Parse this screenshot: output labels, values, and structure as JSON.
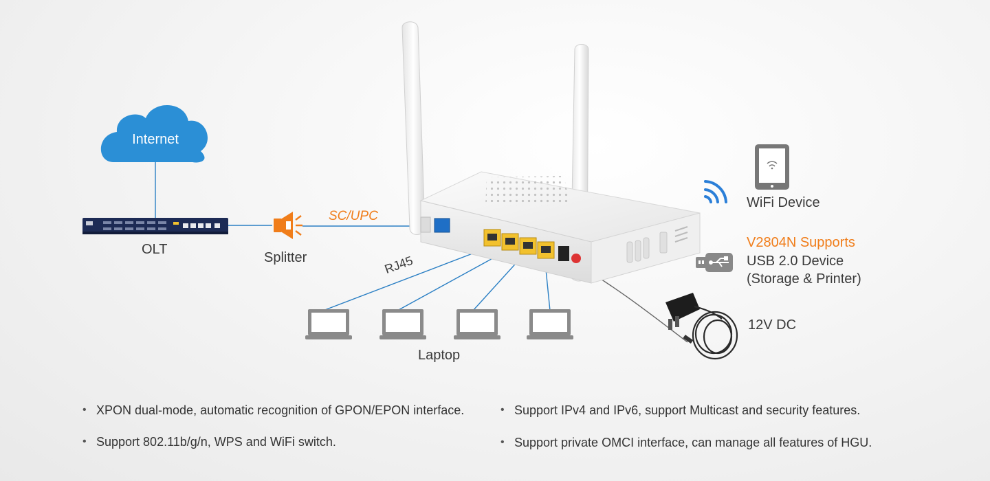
{
  "diagram": {
    "internet_label": "Internet",
    "olt_label": "OLT",
    "splitter_label": "Splitter",
    "scupc_label": "SC/UPC",
    "rj45_label": "RJ45",
    "laptop_label": "Laptop",
    "wifi_device_label": "WiFi Device",
    "usb_title": "V2804N Supports",
    "usb_line1": "USB 2.0 Device",
    "usb_line2": "(Storage & Printer)",
    "power_label": "12V DC"
  },
  "colors": {
    "cloud_blue": "#2b8fd6",
    "orange": "#f07d1a",
    "line_blue": "#2a7fc4",
    "port_yellow": "#f2c12e",
    "pon_blue": "#1f6fc6"
  },
  "icons": [
    "cloud-icon",
    "olt-device-icon",
    "splitter-icon",
    "router-icon",
    "laptop-icon",
    "tablet-icon",
    "wifi-signal-icon",
    "usb-icon",
    "power-adapter-icon"
  ],
  "features_left": [
    "XPON dual-mode, automatic recognition of GPON/EPON interface.",
    "Support 802.11b/g/n, WPS and WiFi switch."
  ],
  "features_right": [
    "Support IPv4 and IPv6, support Multicast and security features.",
    "Support private OMCI interface, can manage all features of HGU."
  ]
}
